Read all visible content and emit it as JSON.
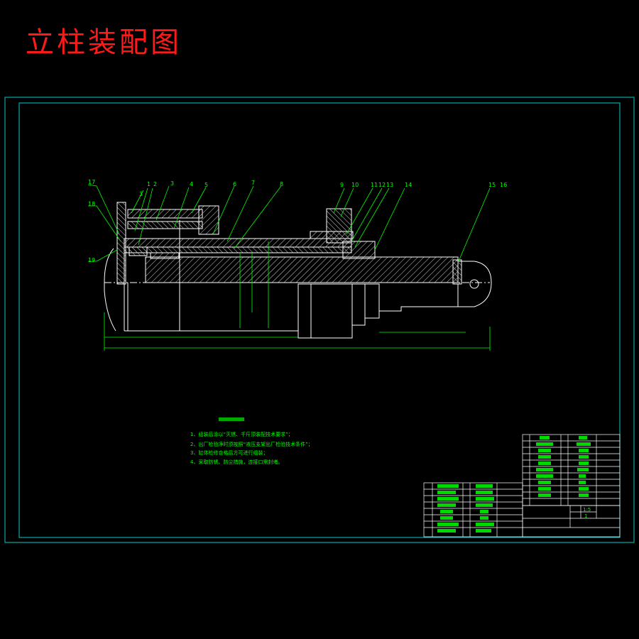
{
  "title": "立柱装配图",
  "colors": {
    "background": "#000000",
    "title": "#ff1a1a",
    "frame": "#00cccc",
    "geometry": "#ffffff",
    "hatch": "#d0d0d0",
    "annotation": "#00ff00"
  },
  "balloons": [
    "17",
    "1",
    "2",
    "3",
    "4",
    "5",
    "6",
    "7",
    "8",
    "9",
    "10",
    "11",
    "12",
    "13",
    "14",
    "15",
    "16",
    "18",
    "19"
  ],
  "notes": {
    "lines": [
      "1、组装后涂以“灭锈、千斤顶装配技术要求”；",
      "2、出厂检验净时须按照“液压支架出厂检验技术条件”；",
      "3、缸体检修合格后方可进行组装；",
      "4、采取防锈、防尘措施，连接口需封堵。"
    ]
  },
  "title_block": {
    "scale": "1:5",
    "sheet_count": "1"
  }
}
